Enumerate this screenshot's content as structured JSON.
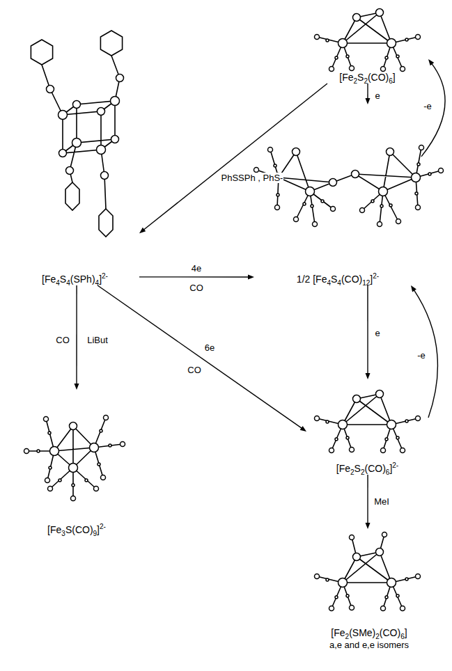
{
  "diagram": {
    "nodes": [
      {
        "text": [
          "[Fe2S2(CO)6]"
        ]
      },
      {
        "text": [
          "[Fe4S4(SPh)4]2-"
        ]
      },
      {
        "text": [
          "1/2 [Fe4S4(CO)12]2-"
        ]
      },
      {
        "text": [
          "[Fe3S(CO)9]2-"
        ]
      },
      {
        "text": [
          "[Fe2S2(CO)6]2-"
        ]
      },
      {
        "text": [
          "[Fe2(SMe)2(CO)6]",
          "a,e and e,e isomers"
        ]
      }
    ],
    "edges": [
      {
        "from": 0,
        "to": 2,
        "arrow": "to",
        "label": "e"
      },
      {
        "from": 2,
        "to": 0,
        "arrow": "to",
        "label": "-e"
      },
      {
        "from": 0,
        "to": 1,
        "arrow": "to",
        "label": "PhSSPh , PhS-"
      },
      {
        "from": 1,
        "to": 2,
        "arrow": "to",
        "label": "4e"
      },
      {
        "from": 2,
        "to": 4,
        "arrow": "to",
        "label": "e"
      },
      {
        "from": 4,
        "to": 2,
        "arrow": "to",
        "label": "-e"
      },
      {
        "from": 1,
        "to": 3,
        "arrow": "to",
        "label": "CO"
      },
      {
        "from": 1,
        "to": 4,
        "arrow": "to",
        "label": "6e"
      },
      {
        "from": 4,
        "to": 5,
        "arrow": "to",
        "label": "MeI"
      }
    ],
    "labels": [
      "CO",
      "LiBut",
      "CO"
    ]
  }
}
